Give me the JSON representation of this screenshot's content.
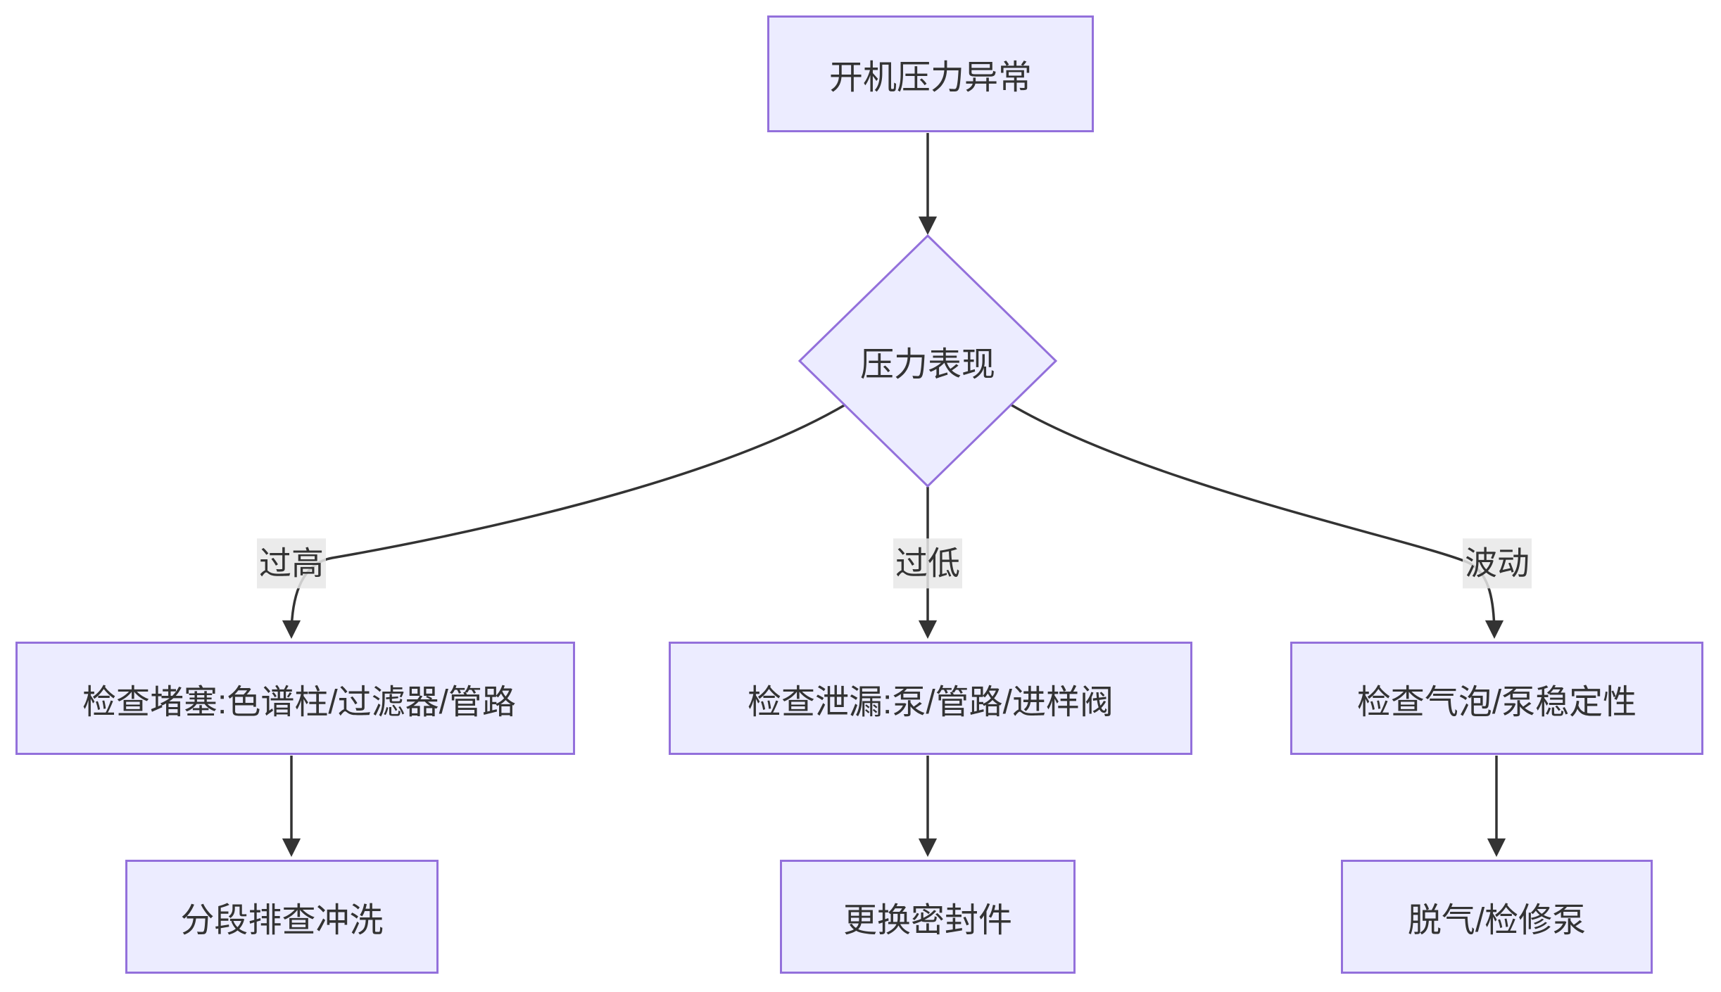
{
  "diagram": {
    "type": "flowchart",
    "direction": "top-down",
    "colors": {
      "background": "#ffffff",
      "node_fill": "#ECECFF",
      "node_border": "#9370DB",
      "edge_line": "#333333",
      "edge_label_bg": "#e8e8e8",
      "text": "#333333"
    },
    "nodes": {
      "start": {
        "shape": "rectangle",
        "label": "开机压力异常"
      },
      "decision": {
        "shape": "diamond",
        "label": "压力表现"
      },
      "check_blockage": {
        "shape": "rectangle",
        "label": "检查堵塞:色谱柱/过滤器/管路"
      },
      "check_leak": {
        "shape": "rectangle",
        "label": "检查泄漏:泵/管路/进样阀"
      },
      "check_bubble": {
        "shape": "rectangle",
        "label": "检查气泡/泵稳定性"
      },
      "flush": {
        "shape": "rectangle",
        "label": "分段排查冲洗"
      },
      "replace_seal": {
        "shape": "rectangle",
        "label": "更换密封件"
      },
      "degas": {
        "shape": "rectangle",
        "label": "脱气/检修泵"
      }
    },
    "edge_labels": {
      "too_high": "过高",
      "too_low": "过低",
      "fluctuation": "波动"
    },
    "edges": [
      {
        "from": "start",
        "to": "decision",
        "label": ""
      },
      {
        "from": "decision",
        "to": "check_blockage",
        "label": "过高"
      },
      {
        "from": "decision",
        "to": "check_leak",
        "label": "过低"
      },
      {
        "from": "decision",
        "to": "check_bubble",
        "label": "波动"
      },
      {
        "from": "check_blockage",
        "to": "flush",
        "label": ""
      },
      {
        "from": "check_leak",
        "to": "replace_seal",
        "label": ""
      },
      {
        "from": "check_bubble",
        "to": "degas",
        "label": ""
      }
    ]
  }
}
